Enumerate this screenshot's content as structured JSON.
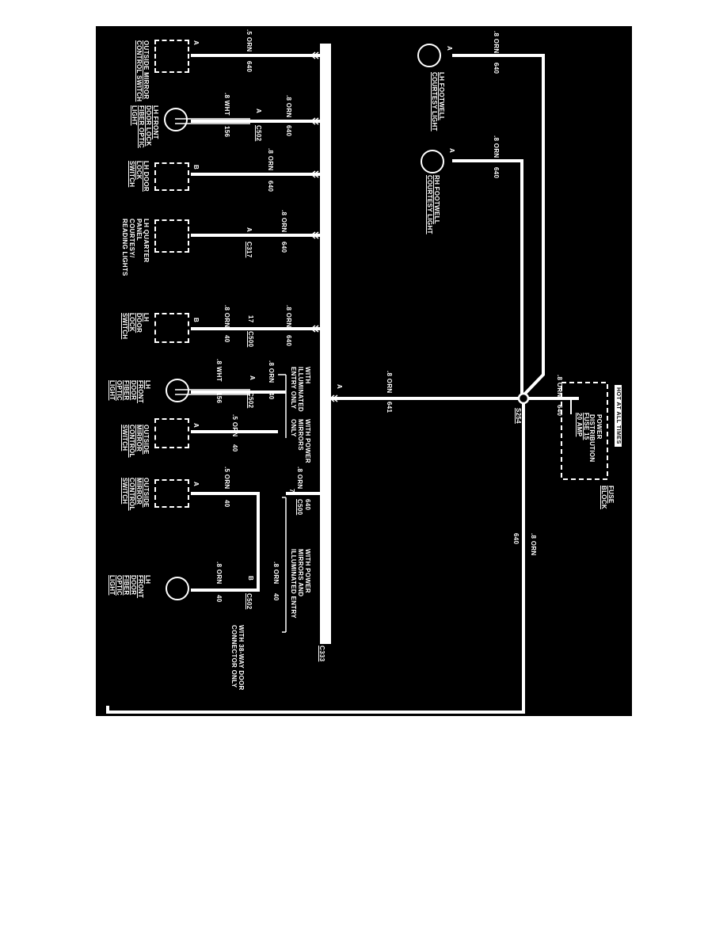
{
  "hot_legend": "HOT AT ALL TIMES",
  "fuse_block": {
    "power": "POWER\nDISTRIBUTION",
    "fuse": "FUSE 15\n20 AMP",
    "name": "FUSE\nBLOCK",
    "circuit": "640",
    "wire": ".8 ORN"
  },
  "splice": {
    "name": "S254",
    "circuit": "641",
    "wire": ".8 ORN",
    "pin": "A"
  },
  "bus_connector": "C333",
  "down_wire": {
    "wire": ".8 ORN",
    "circuit": "640"
  },
  "right_components": [
    {
      "name": "LH FOOTWELL\nCOURTESY LIGHT",
      "pin": "A",
      "wire": ".8 ORN",
      "circuit": "640"
    },
    {
      "name": "RH FOOTWELL\nCOURTESY LIGHT",
      "pin": "A",
      "wire": ".8 ORN",
      "circuit": "640"
    }
  ],
  "left_components": [
    {
      "name": "OUTSIDE MIRROR\nCONTROL SWITCH",
      "pin": "A",
      "wire": ".5 ORN",
      "circuit": "640"
    },
    {
      "name": "LH FRONT\nDOOR LOCK\nFIBER OPTIC\nLIGHT",
      "pin": "A",
      "wire": ".8 ORN",
      "circuit": "640",
      "connector": "C502",
      "wire2": ".8 WHT",
      "circuit2": "156"
    },
    {
      "name": "LH DOOR\nLOCK\nSWITCH",
      "pin": "B",
      "wire": ".8 ORN",
      "circuit": "640"
    },
    {
      "name": "LH QUARTER\nPANEL\nCOURTESY/\nREADING LIGHTS",
      "pin": "A",
      "wire": ".8 ORN",
      "circuit": "640",
      "connector": "C317"
    },
    {
      "name": "LH\nDOOR\nLOCK\nSWITCH",
      "pin": "B",
      "wire": ".8 ORN",
      "circuit": "640",
      "connector": "C500",
      "connector_pin": "17",
      "wire2": ".8 ORN",
      "circuit2": "40"
    },
    {
      "name": "LH\nFRONT\nDOOR\nFIBER\nOPTIC\nLIGHT",
      "pin": "A",
      "wire": ".8 ORN",
      "circuit": "40",
      "connector": "C502",
      "wire2": ".8 WHT",
      "circuit2": "156"
    },
    {
      "name": "OUTSIDE\nMIRROR\nCONTROL\nSWITCH",
      "pin": "A",
      "wire": ".5 ORN",
      "circuit": "40"
    },
    {
      "name": "OUTSIDE\nMIRROR\nCONTROL\nSWITCH",
      "pin": "A",
      "wire": ".5 ORN",
      "circuit": "40"
    },
    {
      "name": "LH\nFRONT\nDOOR\nFIBER\nOPTIC\nLIGHT",
      "pin": "B",
      "wire": ".8 ORN",
      "circuit": "40",
      "connector": "C502",
      "wire2": ".8 ORN",
      "circuit2": "40"
    }
  ],
  "options": {
    "illuminated": "WITH\nILLUMINATED\nENTRY ONLY",
    "power_mirrors": "WITH POWER\nMIRRORS\nONLY",
    "power_mirrors_illum": "WITH POWER\nMIRRORS AND\nILLUMINATED ENTRY",
    "c500_wire": ".8 ORN",
    "c500_circuit": "640",
    "c500_pin": "7",
    "c500_name": "C500",
    "door_note": "WITH 38-WAY DOOR\nCONNECTOR ONLY"
  },
  "colors": {
    "background": "#000000",
    "wire": "#ffffff",
    "page": "#ffffff"
  }
}
